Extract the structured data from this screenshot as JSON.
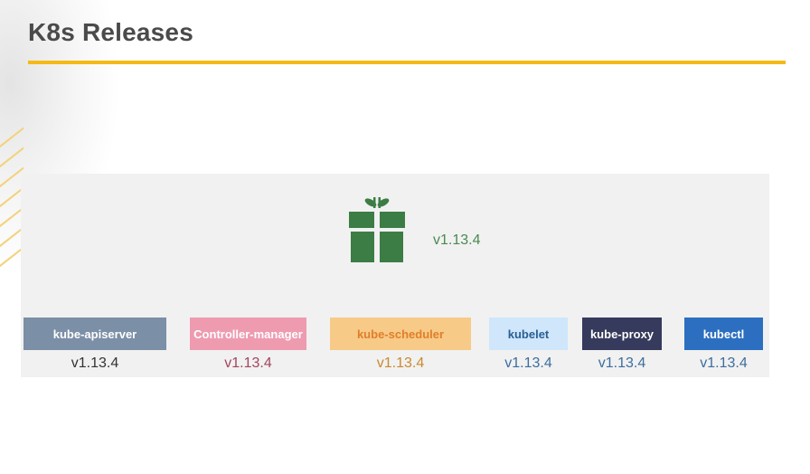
{
  "title": "K8s Releases",
  "release": {
    "icon": "gift-icon",
    "version": "v1.13.4"
  },
  "components": [
    {
      "name": "kube-apiserver",
      "version": "v1.13.4",
      "box_color": "#7b8fa6",
      "text_color": "#ffffff",
      "version_color": "#333333"
    },
    {
      "name": "Controller-manager",
      "version": "v1.13.4",
      "box_color": "#ee9bb0",
      "text_color": "#ffffff",
      "version_color": "#a3455e"
    },
    {
      "name": "kube-scheduler",
      "version": "v1.13.4",
      "box_color": "#f7ca88",
      "text_color": "#e07f2a",
      "version_color": "#c98a2e"
    },
    {
      "name": "kubelet",
      "version": "v1.13.4",
      "box_color": "#cfe6fb",
      "text_color": "#2a5f94",
      "version_color": "#3c6e9e"
    },
    {
      "name": "kube-proxy",
      "version": "v1.13.4",
      "box_color": "#363a5c",
      "text_color": "#ffffff",
      "version_color": "#3c6e9e"
    },
    {
      "name": "kubectl",
      "version": "v1.13.4",
      "box_color": "#2c6fc0",
      "text_color": "#ffffff",
      "version_color": "#3c6e9e"
    }
  ],
  "colors": {
    "accent_rule": "#f5b916",
    "gift": "#3c7d45"
  }
}
